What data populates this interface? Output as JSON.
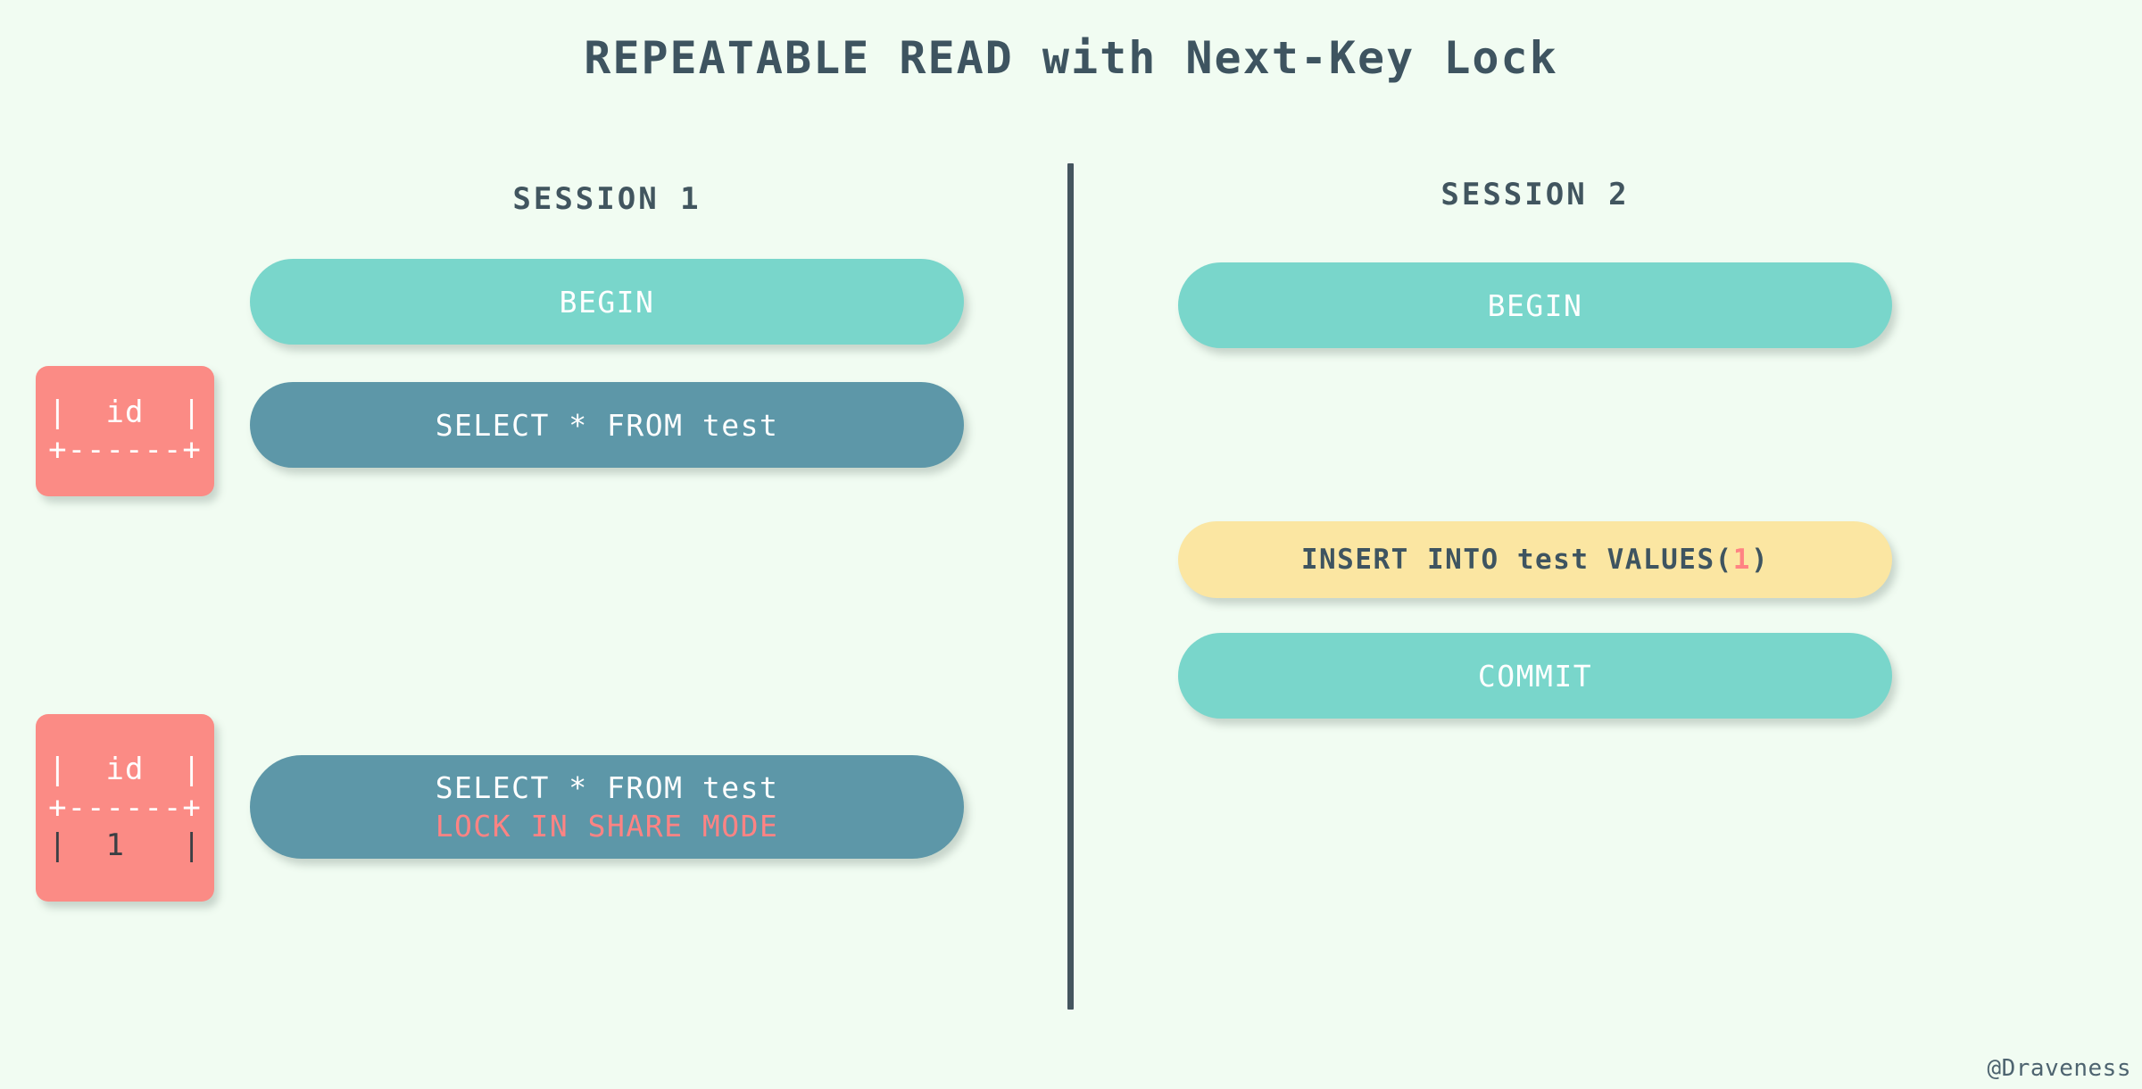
{
  "diagram": {
    "title": "REPEATABLE READ with Next-Key Lock",
    "watermark": "@Draveness",
    "colors": {
      "background": "#F1FCF2",
      "title_text": "#3E5460",
      "divider": "#44555F",
      "pill_teal": "#79D6CB",
      "pill_steel": "#5D97A8",
      "pill_yellow": "#FBE6A2",
      "result_box": "#FB8B85",
      "accent_salmon": "#FF8383",
      "text_white": "#FFFFFF",
      "text_dark": "#3A3F44"
    }
  },
  "session1": {
    "label": "SESSION 1",
    "steps": [
      {
        "id": "begin",
        "text": "BEGIN",
        "style": "teal"
      },
      {
        "id": "select-1",
        "text": "SELECT * FROM test",
        "style": "steel"
      },
      {
        "id": "select-2-line1",
        "text": "SELECT * FROM test",
        "style": "steel"
      },
      {
        "id": "select-2-line2",
        "text": "LOCK IN SHARE MODE",
        "style": "steel-accent"
      }
    ],
    "results": [
      {
        "id": "result-empty",
        "rows": [
          {
            "text": "|  id  |",
            "tone": "light"
          },
          {
            "text": "+------+",
            "tone": "light"
          }
        ]
      },
      {
        "id": "result-one-row",
        "rows": [
          {
            "text": "|  id  |",
            "tone": "light"
          },
          {
            "text": "+------+",
            "tone": "light"
          },
          {
            "text": "|  1   |",
            "tone": "dark"
          }
        ]
      }
    ]
  },
  "session2": {
    "label": "SESSION 2",
    "steps": [
      {
        "id": "begin",
        "text": "BEGIN",
        "style": "teal"
      },
      {
        "id": "insert",
        "text_prefix": "INSERT INTO test VALUES(",
        "text_value": "1",
        "text_suffix": ")",
        "style": "yellow"
      },
      {
        "id": "commit",
        "text": "COMMIT",
        "style": "teal"
      }
    ]
  }
}
